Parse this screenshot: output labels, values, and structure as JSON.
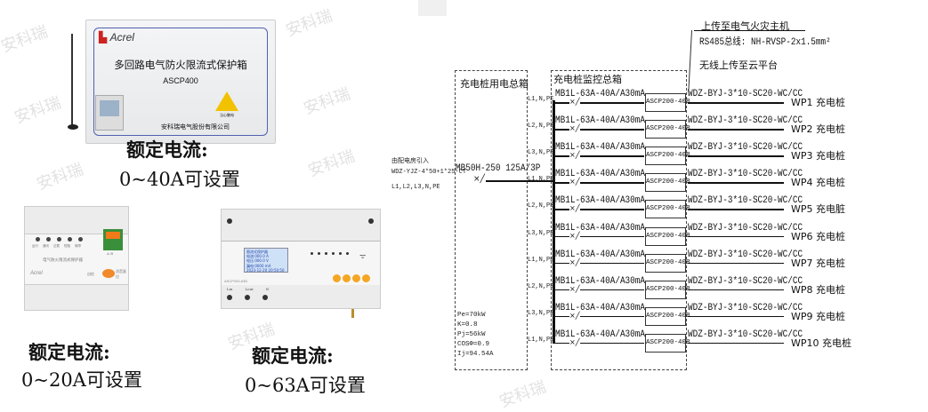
{
  "watermark": "安科瑞",
  "products": [
    {
      "brand": "Acrel",
      "title": "多回路电气防火限流式保护箱",
      "model": "ASCP400",
      "company": "安科瑞电气股份有限公司",
      "warning": "当心触电",
      "caption_label": "额定电流:",
      "caption_value": "0~40A可设置"
    },
    {
      "brand": "Acrel",
      "title": "电气防火限流式保护器",
      "indicators": [
        "运行",
        "通讯",
        "过载",
        "短路",
        "故障"
      ],
      "button_left": "自检",
      "button_right": "消音复位",
      "terminal": "A  B",
      "caption_label": "额定电流:",
      "caption_value": "0~20A可设置"
    },
    {
      "model": "ASCP200-63D",
      "screen": [
        "限流式保护器",
        "电流:000.0 A",
        "电压:000.0 V",
        "漏电:0000 mA",
        "2023-12-20  20:50:50"
      ],
      "terminals": [
        "Lin",
        "Lout",
        "N"
      ],
      "caption_label": "额定电流:",
      "caption_value": "0~63A可设置"
    }
  ],
  "diagram": {
    "upload_host": "上传至电气火灾主机",
    "bus": "RS485总线: NH-RVSP-2x1.5mm²",
    "wireless": "无线上传至云平台",
    "box1_title": "充电桩用电总箱",
    "box2_title": "充电桩监控总箱",
    "source_lines": [
      "由配电房引入",
      "WDZ-YJZ-4*50+1*25-CT",
      "L1,L2,L3,N,PE"
    ],
    "main_breaker": "MB50H-250 125A/3P",
    "calc": [
      "Pe=70kW",
      "K=0.8",
      "Pj=56kW",
      "COSΦ=0.9",
      "Ij=94.54A"
    ],
    "rows": [
      {
        "phase": "L1,N,PE",
        "breaker": "MB1L-63A-40A/A30mA",
        "device": "ASCP200-40B",
        "cable": "WDZ-BYJ-3*10-SC20-WC/CC",
        "load": "WP1 充电桩"
      },
      {
        "phase": "L2,N,PE",
        "breaker": "MB1L-63A-40A/A30mA",
        "device": "ASCP200-40B",
        "cable": "WDZ-BYJ-3*10-SC20-WC/CC",
        "load": "WP2 充电桩"
      },
      {
        "phase": "L3,N,PE",
        "breaker": "MB1L-63A-40A/A30mA",
        "device": "ASCP200-40B",
        "cable": "WDZ-BYJ-3*10-SC20-WC/CC",
        "load": "WP3 充电桩"
      },
      {
        "phase": "L1,N,PE",
        "breaker": "MB1L-63A-40A/A30mA",
        "device": "ASCP200-40B",
        "cable": "WDZ-BYJ-3*10-SC20-WC/CC",
        "load": "WP4 充电桩"
      },
      {
        "phase": "L2,N,PE",
        "breaker": "MB1L-63A-40A/A30mA",
        "device": "ASCP200-40B",
        "cable": "WDZ-BYJ-3*10-SC20-WC/CC",
        "load": "WP5 充电脏"
      },
      {
        "phase": "L3,N,PE",
        "breaker": "MB1L-63A-40A/A30mA",
        "device": "ASCP200-40B",
        "cable": "WDZ-BYJ-3*10-SC20-WC/CC",
        "load": "WP6 充电桩"
      },
      {
        "phase": "L1,N,PE",
        "breaker": "MB1L-63A-40A/A30mA",
        "device": "ASCP200-40B",
        "cable": "WDZ-BYJ-3*10-SC20-WC/CC",
        "load": "WP7 充电桩"
      },
      {
        "phase": "L2,N,PE",
        "breaker": "MB1L-63A-40A/A30mA",
        "device": "ASCP200-40B",
        "cable": "WDZ-BYJ-3*10-SC20-WC/CC",
        "load": "WP8 充电桩"
      },
      {
        "phase": "L3,N,PE",
        "breaker": "MB1L-63A-40A/A30mA",
        "device": "ASCP200-40B",
        "cable": "WDZ-BYJ-3*10-SC20-WC/CC",
        "load": "WP9 充电桩"
      },
      {
        "phase": "L1,N,PE",
        "breaker": "MB1L-63A-40A/A30mA",
        "device": "ASCP200-40B",
        "cable": "WDZ-BYJ-3*10-SC20-WC/CC",
        "load": "WP10 充电桩"
      }
    ]
  }
}
